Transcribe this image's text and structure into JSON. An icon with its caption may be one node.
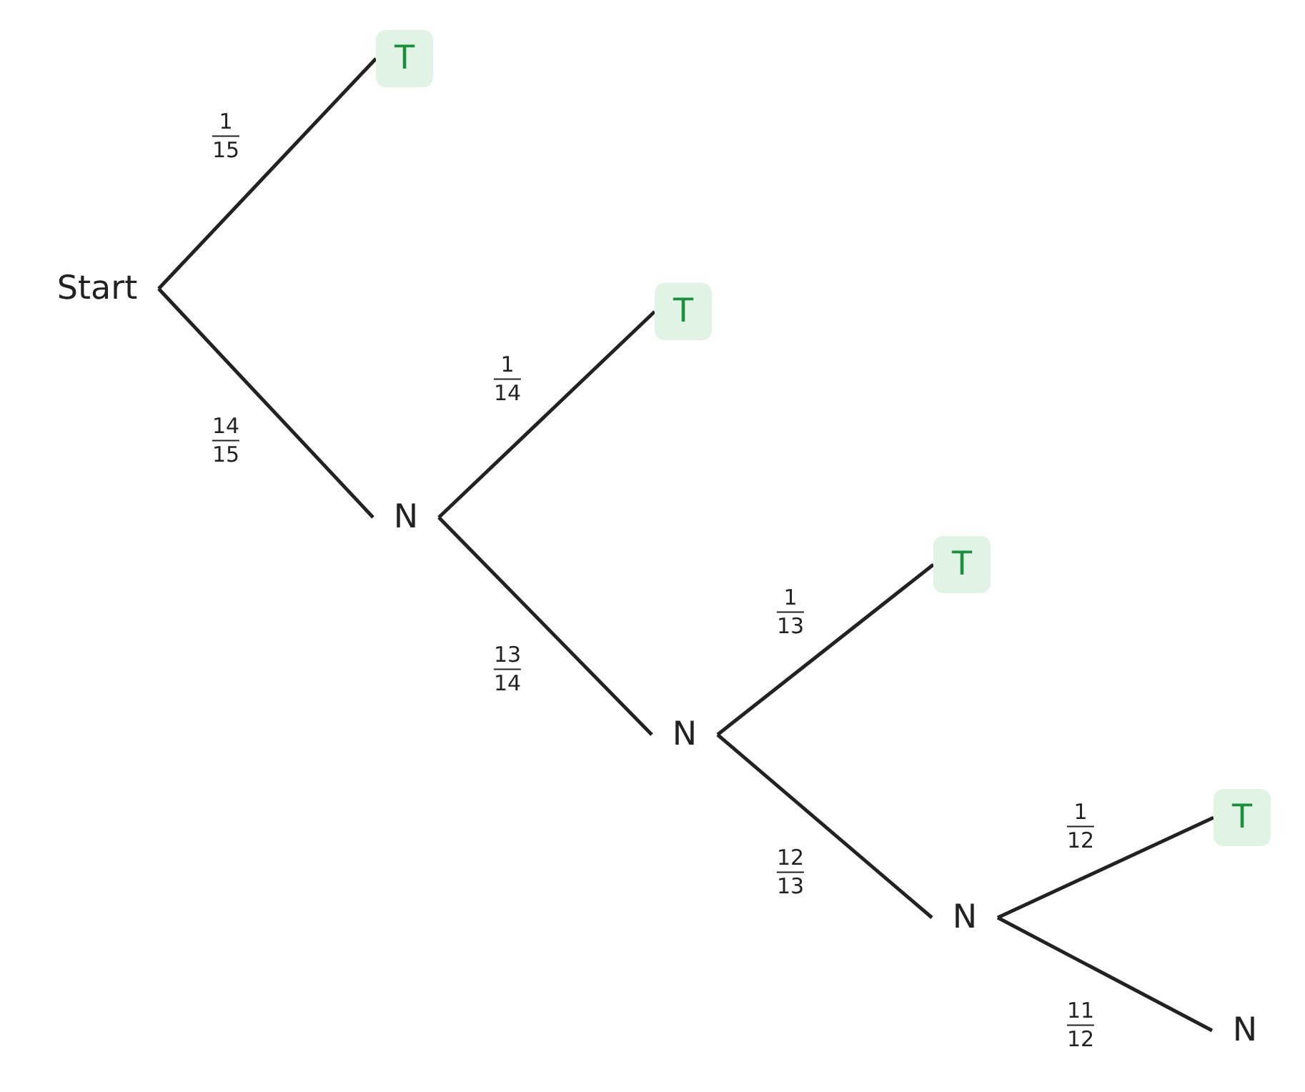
{
  "diagram": {
    "nodes": [
      {
        "text": [
          "Start"
        ]
      },
      {
        "text": [
          "T"
        ]
      },
      {
        "text": [
          "N"
        ]
      },
      {
        "text": [
          "T"
        ]
      },
      {
        "text": [
          "N"
        ]
      },
      {
        "text": [
          "T"
        ]
      },
      {
        "text": [
          "N"
        ]
      },
      {
        "text": [
          "T"
        ]
      },
      {
        "text": [
          "N"
        ]
      }
    ],
    "edges": [
      {
        "from": 0,
        "to": 1,
        "arrow": "none",
        "label": "1/15"
      },
      {
        "from": 0,
        "to": 2,
        "arrow": "none",
        "label": "14/15"
      },
      {
        "from": 2,
        "to": 3,
        "arrow": "none",
        "label": "1/14"
      },
      {
        "from": 2,
        "to": 4,
        "arrow": "none",
        "label": "13/14"
      },
      {
        "from": 4,
        "to": 5,
        "arrow": "none",
        "label": "1/13"
      },
      {
        "from": 4,
        "to": 6,
        "arrow": "none",
        "label": "12/13"
      },
      {
        "from": 6,
        "to": 7,
        "arrow": "none",
        "label": "1/12"
      },
      {
        "from": 6,
        "to": 8,
        "arrow": "none",
        "label": "11/12"
      }
    ]
  }
}
